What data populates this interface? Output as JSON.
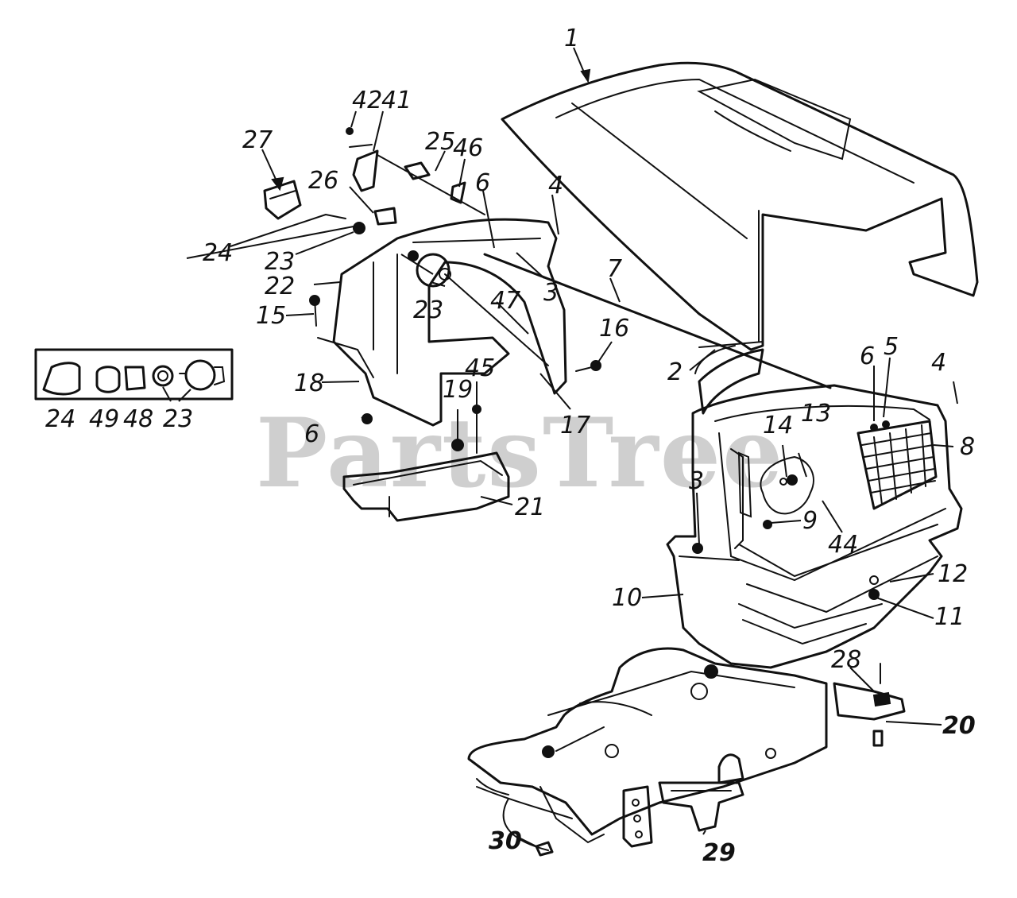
{
  "watermark": "PartsTree",
  "callouts": [
    {
      "id": "c1",
      "text": "1"
    },
    {
      "id": "c2",
      "text": "2"
    },
    {
      "id": "c3a",
      "text": "3"
    },
    {
      "id": "c3b",
      "text": "3"
    },
    {
      "id": "c4a",
      "text": "4"
    },
    {
      "id": "c4b",
      "text": "4"
    },
    {
      "id": "c5",
      "text": "5"
    },
    {
      "id": "c6a",
      "text": "6"
    },
    {
      "id": "c6b",
      "text": "6"
    },
    {
      "id": "c6c",
      "text": "6"
    },
    {
      "id": "c7",
      "text": "7"
    },
    {
      "id": "c8",
      "text": "8"
    },
    {
      "id": "c9",
      "text": "9"
    },
    {
      "id": "c10",
      "text": "10"
    },
    {
      "id": "c11",
      "text": "11"
    },
    {
      "id": "c12",
      "text": "12"
    },
    {
      "id": "c13",
      "text": "13"
    },
    {
      "id": "c14",
      "text": "14"
    },
    {
      "id": "c15",
      "text": "15"
    },
    {
      "id": "c16",
      "text": "16"
    },
    {
      "id": "c17",
      "text": "17"
    },
    {
      "id": "c18",
      "text": "18"
    },
    {
      "id": "c19",
      "text": "19"
    },
    {
      "id": "c20",
      "text": "20"
    },
    {
      "id": "c21",
      "text": "21"
    },
    {
      "id": "c22",
      "text": "22"
    },
    {
      "id": "c23a",
      "text": "23"
    },
    {
      "id": "c23b",
      "text": "23"
    },
    {
      "id": "c23c",
      "text": "23"
    },
    {
      "id": "c24a",
      "text": "24"
    },
    {
      "id": "c24b",
      "text": "24"
    },
    {
      "id": "c25",
      "text": "25"
    },
    {
      "id": "c26",
      "text": "26"
    },
    {
      "id": "c27",
      "text": "27"
    },
    {
      "id": "c28",
      "text": "28"
    },
    {
      "id": "c29",
      "text": "29"
    },
    {
      "id": "c30",
      "text": "30"
    },
    {
      "id": "c41",
      "text": "41"
    },
    {
      "id": "c42",
      "text": "42"
    },
    {
      "id": "c44",
      "text": "44"
    },
    {
      "id": "c45",
      "text": "45"
    },
    {
      "id": "c46",
      "text": "46"
    },
    {
      "id": "c47",
      "text": "47"
    },
    {
      "id": "c48",
      "text": "48"
    },
    {
      "id": "c49",
      "text": "49"
    }
  ]
}
